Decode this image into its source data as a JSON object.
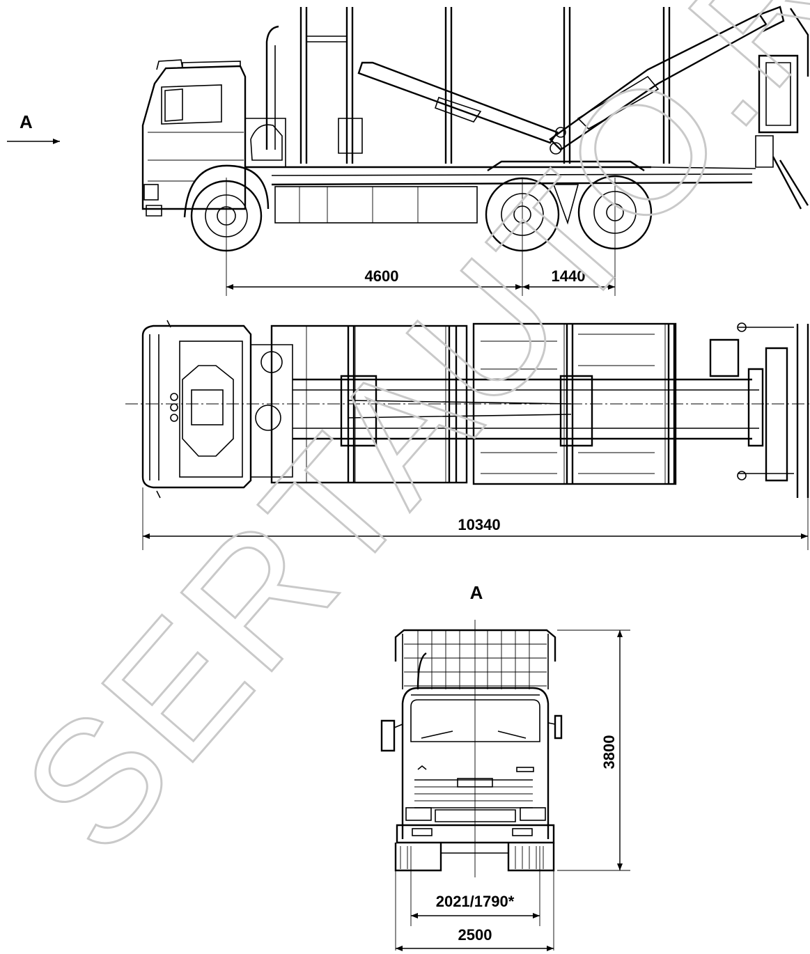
{
  "view_labels": {
    "side_arrow_label": "A",
    "front_view_title": "A"
  },
  "dimensions": {
    "wheelbase_front": "4600",
    "wheelbase_rear": "1440",
    "overall_length": "10340",
    "track_width": "2021/1790*",
    "overall_width": "2500",
    "overall_height": "3800"
  },
  "watermark": "SERTAUTO.RU"
}
